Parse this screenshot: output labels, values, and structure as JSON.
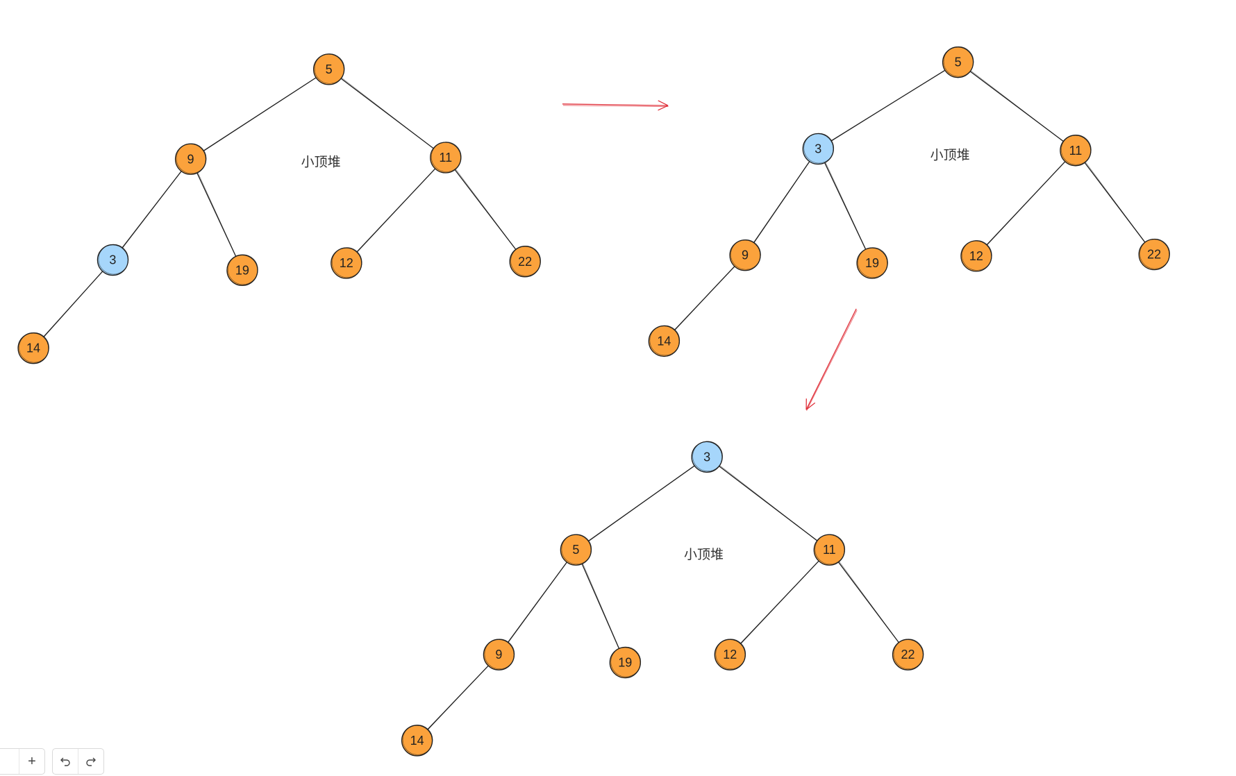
{
  "colors": {
    "node_default": "#fba23c",
    "node_highlight": "#a6d6fb",
    "arrow": "#e0303a",
    "edge": "#1e1e1e"
  },
  "caption": "小顶堆",
  "trees": [
    {
      "name": "tree-before",
      "nodes": [
        {
          "label": "5",
          "highlight": false
        },
        {
          "label": "9",
          "highlight": false
        },
        {
          "label": "11",
          "highlight": false
        },
        {
          "label": "3",
          "highlight": true
        },
        {
          "label": "19",
          "highlight": false
        },
        {
          "label": "12",
          "highlight": false
        },
        {
          "label": "22",
          "highlight": false
        },
        {
          "label": "14",
          "highlight": false
        }
      ]
    },
    {
      "name": "tree-after-first-swap",
      "nodes": [
        {
          "label": "5",
          "highlight": false
        },
        {
          "label": "3",
          "highlight": true
        },
        {
          "label": "11",
          "highlight": false
        },
        {
          "label": "9",
          "highlight": false
        },
        {
          "label": "19",
          "highlight": false
        },
        {
          "label": "12",
          "highlight": false
        },
        {
          "label": "22",
          "highlight": false
        },
        {
          "label": "14",
          "highlight": false
        }
      ]
    },
    {
      "name": "tree-final",
      "nodes": [
        {
          "label": "3",
          "highlight": true
        },
        {
          "label": "5",
          "highlight": false
        },
        {
          "label": "11",
          "highlight": false
        },
        {
          "label": "9",
          "highlight": false
        },
        {
          "label": "19",
          "highlight": false
        },
        {
          "label": "12",
          "highlight": false
        },
        {
          "label": "22",
          "highlight": false
        },
        {
          "label": "14",
          "highlight": false
        }
      ]
    }
  ],
  "toolbar": {
    "add_icon": "plus-icon",
    "undo_icon": "undo-icon",
    "redo_icon": "redo-icon"
  }
}
